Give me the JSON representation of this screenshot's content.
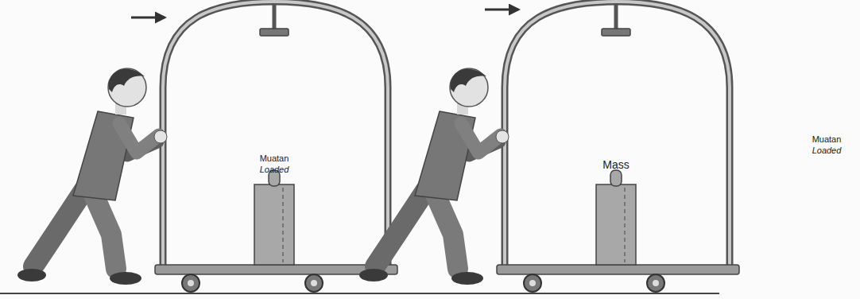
{
  "diagram": {
    "labels": [
      "Muatan",
      "Loaded",
      "Mass",
      "Muatan",
      "Loaded"
    ]
  }
}
